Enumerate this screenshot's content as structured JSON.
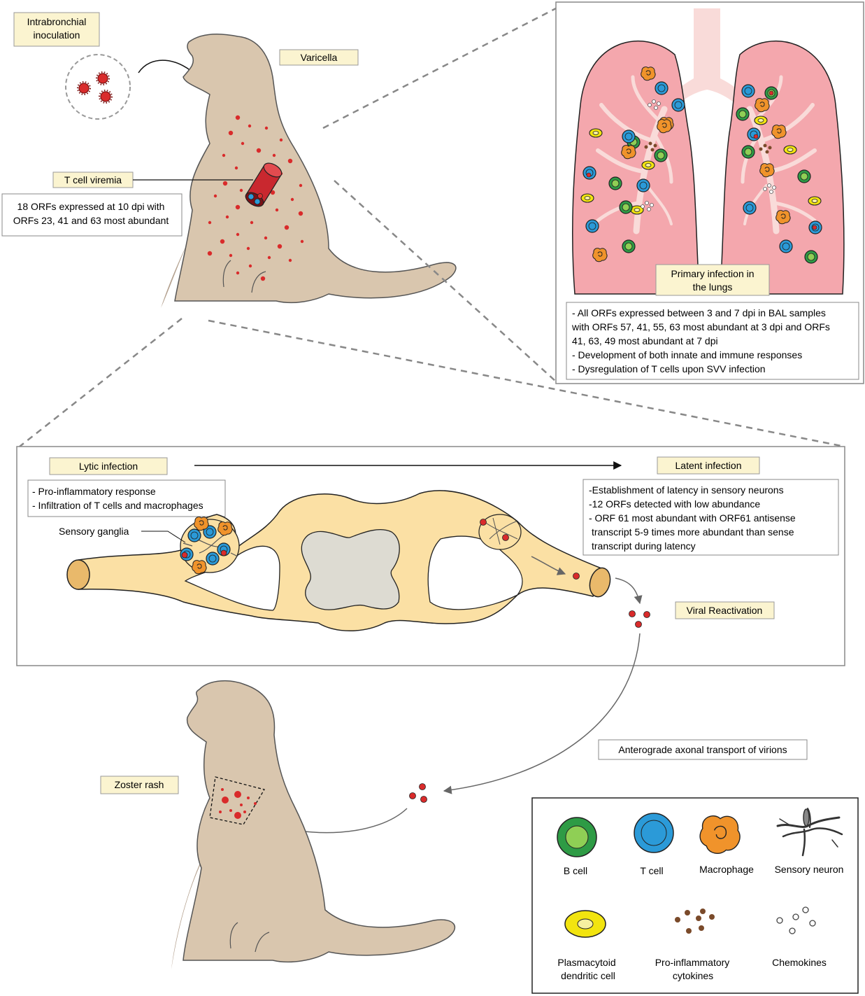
{
  "labels": {
    "intrabronchial": [
      "Intrabronchial",
      "inoculation"
    ],
    "varicella": "Varicella",
    "t_cell_viremia": "T cell viremia",
    "primary_infection": [
      "Primary infection in",
      "the lungs"
    ],
    "lytic": "Lytic infection",
    "latent": "Latent infection",
    "sensory_ganglia": "Sensory ganglia",
    "viral_reactivation": "Viral Reactivation",
    "anterograde": "Anterograde axonal transport of virions",
    "zoster_rash": "Zoster rash"
  },
  "notes": {
    "viremia": [
      "18 ORFs expressed at 10 dpi with",
      "ORFs 23, 41 and 63 most abundant"
    ],
    "lungs": [
      "- All ORFs expressed between 3 and 7 dpi in BAL samples",
      "with ORFs 57, 41,   55, 63 most abundant at 3 dpi  and ORFs",
      "41, 63, 49 most abundant at 7 dpi",
      "- Development of both innate and immune responses",
      "- Dysregulation of T cells upon SVV infection"
    ],
    "lytic": [
      "- Pro-inflammatory response",
      "- Infiltration of T cells and macrophages"
    ],
    "latent": [
      "-Establishment of latency in sensory neurons",
      "-12 ORFs detected with low abundance",
      "- ORF 61 most abundant  with ORF61 antisense",
      "transcript 5-9 times more abundant than sense",
      "transcript during latency"
    ]
  },
  "legend": {
    "b_cell": "B cell",
    "t_cell": "T cell",
    "macrophage": "Macrophage",
    "sensory_neuron": "Sensory neuron",
    "pdc": [
      "Plasmacytoid",
      "dendritic cell"
    ],
    "cytokines": [
      "Pro-inflammatory",
      "cytokines"
    ],
    "chemokines": "Chemokines"
  },
  "colors": {
    "cat": "#d9c6ae",
    "cat_shadow": "#b3a08e",
    "virus": "#d92b2b",
    "lung": "#f4a7ad",
    "bronchi": "#f9dbd9",
    "label_bg": "#fbf4d0",
    "spinal": "#fbe0a4",
    "grey_matter": "#dddbd2",
    "b_cell": "#2e9b45",
    "t_cell": "#2b9ad8",
    "macrophage": "#f0932b",
    "pdc": "#f2e40f"
  },
  "icons": [
    "virus-icon",
    "b-cell-icon",
    "t-cell-icon",
    "macrophage-icon",
    "sensory-neuron-icon",
    "pdc-icon",
    "cytokine-icon",
    "chemokine-icon",
    "blood-vessel-icon"
  ]
}
